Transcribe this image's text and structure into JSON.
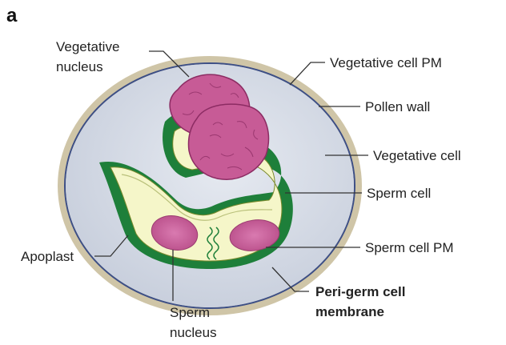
{
  "panel_label": "a",
  "labels": {
    "vegetative_nucleus": [
      "Vegetative",
      "nucleus"
    ],
    "vegetative_cell_pm": "Vegetative cell PM",
    "pollen_wall": "Pollen wall",
    "vegetative_cell": "Vegetative cell",
    "sperm_cell": "Sperm cell",
    "apoplast": "Apoplast",
    "sperm_cell_pm": "Sperm cell PM",
    "peri_germ_cell_membrane": [
      "Peri-germ cell",
      "membrane"
    ],
    "sperm_nucleus": [
      "Sperm",
      "nucleus"
    ]
  },
  "colors": {
    "pollen_wall": "#cfc5a7",
    "vegetative_cell_pm": "#3d4f86",
    "vegetative_cell": "#d3d9e4",
    "sperm_cell": "#f5f6c9",
    "membrane_green": "#1e7f3a",
    "nucleus": "#c75b96",
    "nucleus_texture": "#8c2c63"
  }
}
